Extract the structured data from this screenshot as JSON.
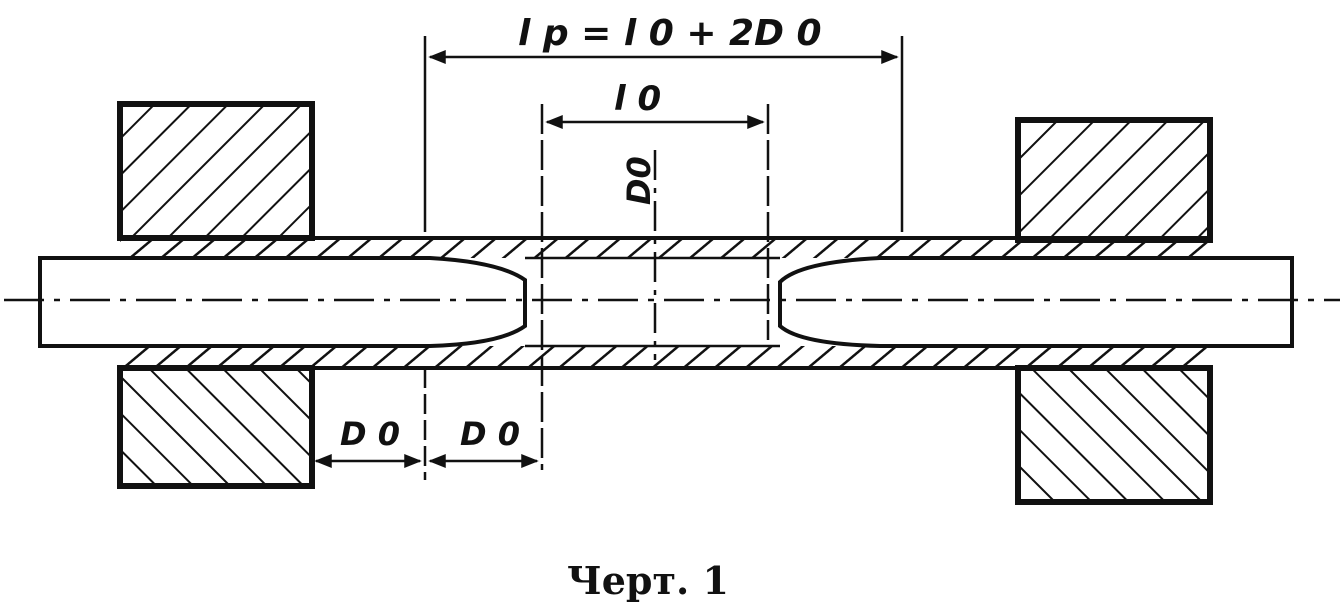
{
  "figure": {
    "caption": "Черт. 1",
    "labels": {
      "lp_formula": "l p = l 0 + 2D 0",
      "l0": "l 0",
      "d0_vertical": "D0",
      "d0_left": "D 0",
      "d0_right": "D 0"
    },
    "colors": {
      "ink": "#111111",
      "background": "#ffffff"
    }
  }
}
